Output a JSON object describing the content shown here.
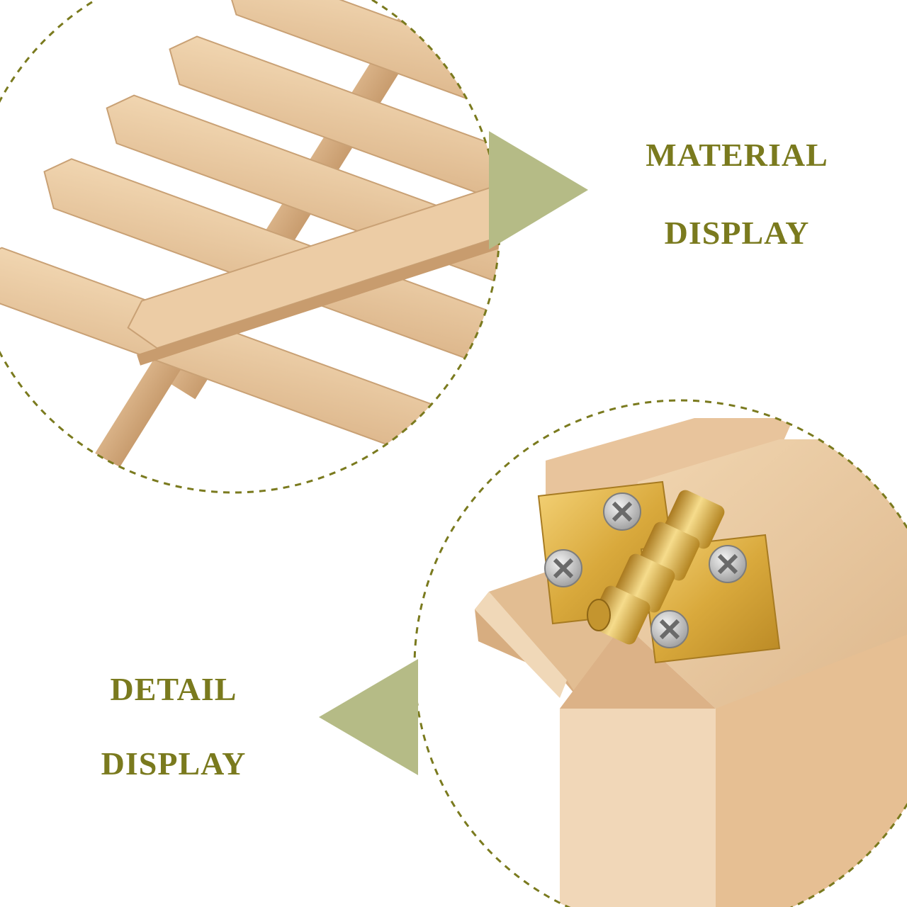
{
  "colors": {
    "accent": "#7a7a1e",
    "arrow": "#b5bb86",
    "background": "#ffffff",
    "wood": "#e9c9a2",
    "brass": "#d9a93c",
    "screw": "#c9c9c9"
  },
  "material_panel": {
    "line1": "MATERIAL",
    "line2": "DISPLAY"
  },
  "detail_panel": {
    "line1": "DETAIL",
    "line2": "DISPLAY"
  }
}
